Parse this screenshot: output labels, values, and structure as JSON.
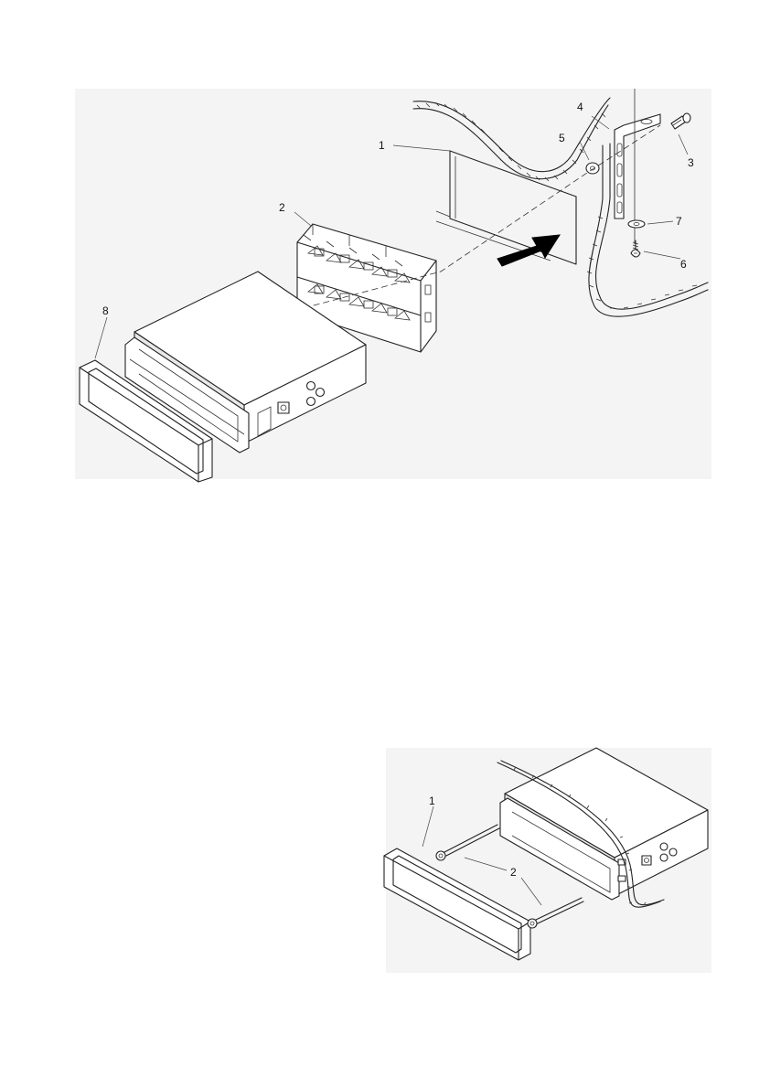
{
  "figure_top": {
    "callouts": {
      "frame": "1",
      "mount_sleeve": "2",
      "bolt": "3",
      "strap": "4",
      "washer_top": "5",
      "screw": "6",
      "washer_bottom": "7",
      "trim_ring": "8"
    }
  },
  "figure_bottom": {
    "callouts": {
      "trim_ring": "1",
      "removal_keys": "2"
    }
  },
  "icons": {
    "insert_arrow": "arrow-right-icon"
  },
  "colors": {
    "panel_background": "#f4f4f4",
    "line": "#222222",
    "arrow": "#000000"
  }
}
